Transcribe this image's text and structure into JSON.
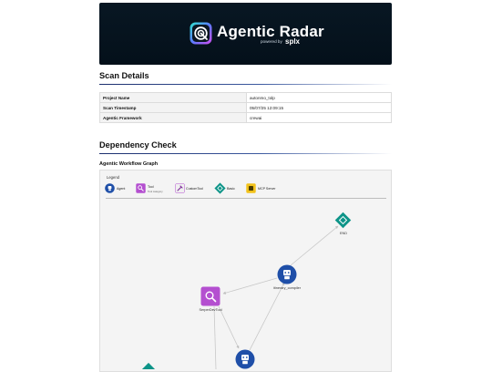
{
  "header": {
    "title": "Agentic Radar",
    "powered_by": "powered by",
    "brand": "splx"
  },
  "scan_details": {
    "title": "Scan Details",
    "rows": [
      {
        "key": "Project Name",
        "value": "autonmo_tolp"
      },
      {
        "key": "Scan Timestamp",
        "value": "05/07/25 12:09:15"
      },
      {
        "key": "Agentic Framework",
        "value": "crewai"
      }
    ]
  },
  "dependency_check": {
    "title": "Dependency Check",
    "graph_title": "Agentic Workflow Graph",
    "legend": {
      "title": "Legend",
      "items": [
        {
          "label": "Agent",
          "icon": "agent-icon",
          "color": "#1f4fa8"
        },
        {
          "label": "Tool",
          "sublabel": "Tool category",
          "icon": "tool-icon",
          "color": "#b44fd0"
        },
        {
          "label": "CustomTool",
          "icon": "custom-tool-icon",
          "color": "#f0f0f0"
        },
        {
          "label": "Basic",
          "icon": "basic-icon",
          "color": "#0d9488"
        },
        {
          "label": "MCP Server",
          "icon": "mcp-server-icon",
          "color": "#f2c21b"
        }
      ]
    },
    "nodes": {
      "end": "END",
      "agent1": "itinerary_compiler",
      "tool1": "SerperDevTool"
    }
  },
  "colors": {
    "agent": "#1f4fa8",
    "tool": "#b44fd0",
    "basic": "#0d9488",
    "mcp": "#f2c21b",
    "banner": "#06131e"
  }
}
